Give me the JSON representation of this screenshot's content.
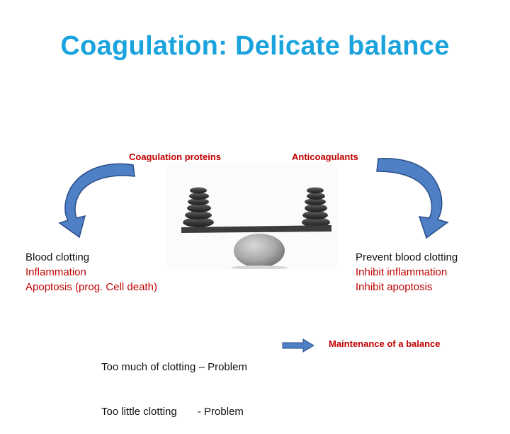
{
  "title": "Coagulation: Delicate balance",
  "left_label": "Coagulation proteins",
  "right_label": "Anticoagulants",
  "left_effects": [
    "Blood clotting",
    "Inflammation",
    "Apoptosis (prog. Cell death)"
  ],
  "right_effects": [
    "Prevent blood clotting",
    "Inhibit inflammation",
    "Inhibit apoptosis"
  ],
  "problems": [
    "Too much of clotting – Problem",
    "Too little clotting       - Problem"
  ],
  "balance_note": "Maintenance of a balance",
  "colors": {
    "title": "#1aa3dc",
    "label": "#c00000",
    "arrow_fill": "#4f7fc4",
    "arrow_stroke": "#2b4f8a"
  }
}
